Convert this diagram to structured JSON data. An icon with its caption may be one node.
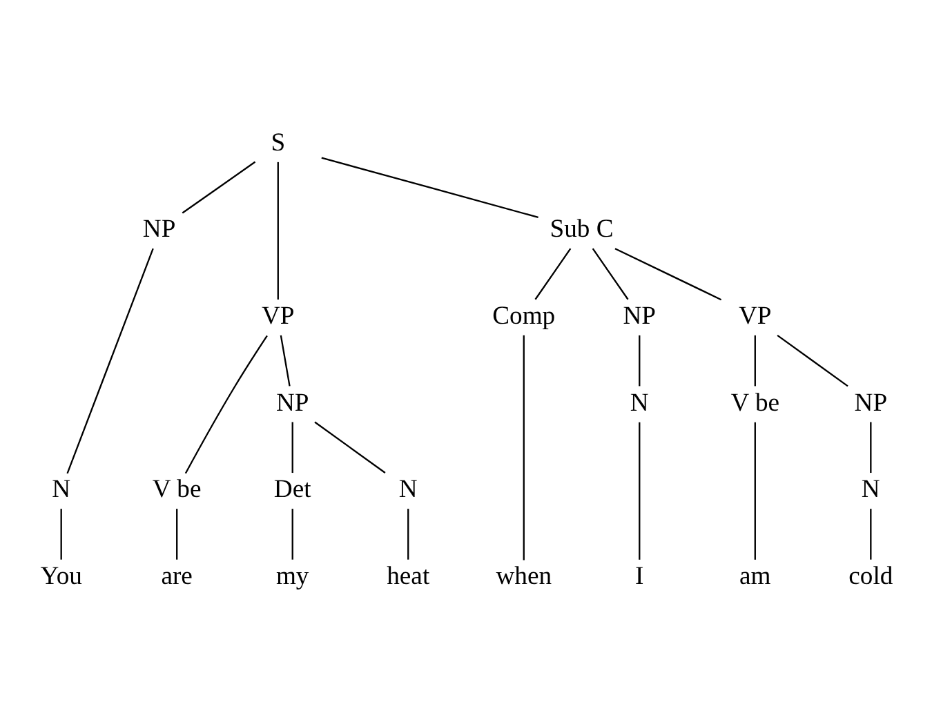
{
  "diagram": {
    "nodes": [
      {
        "text": [
          "S"
        ]
      },
      {
        "text": [
          "NP"
        ]
      },
      {
        "text": [
          "VP"
        ]
      },
      {
        "text": [
          "N"
        ]
      },
      {
        "text": [
          "V be"
        ]
      },
      {
        "text": [
          "NP"
        ]
      },
      {
        "text": [
          "Sub C"
        ]
      },
      {
        "text": [
          "Det"
        ]
      },
      {
        "text": [
          "N"
        ]
      },
      {
        "text": [
          "Comp"
        ]
      },
      {
        "text": [
          "NP"
        ]
      },
      {
        "text": [
          "VP"
        ]
      },
      {
        "text": [
          "N"
        ]
      },
      {
        "text": [
          "V be"
        ]
      },
      {
        "text": [
          "NP"
        ]
      },
      {
        "text": [
          "N"
        ]
      },
      {
        "text": [
          "You"
        ]
      },
      {
        "text": [
          "are"
        ]
      },
      {
        "text": [
          "my"
        ]
      },
      {
        "text": [
          "heat"
        ]
      },
      {
        "text": [
          "when"
        ]
      },
      {
        "text": [
          "I"
        ]
      },
      {
        "text": [
          "am"
        ]
      },
      {
        "text": [
          "cold"
        ]
      }
    ],
    "edges": [
      {
        "from": 0,
        "to": 1,
        "arrow": "none"
      },
      {
        "from": 0,
        "to": 2,
        "arrow": "none"
      },
      {
        "from": 0,
        "to": 6,
        "arrow": "none"
      },
      {
        "from": 1,
        "to": 3,
        "arrow": "none"
      },
      {
        "from": 2,
        "to": 4,
        "arrow": "none"
      },
      {
        "from": 2,
        "to": 5,
        "arrow": "none"
      },
      {
        "from": 3,
        "to": 16,
        "arrow": "none"
      },
      {
        "from": 4,
        "to": 17,
        "arrow": "none"
      },
      {
        "from": 5,
        "to": 7,
        "arrow": "none"
      },
      {
        "from": 5,
        "to": 8,
        "arrow": "none"
      },
      {
        "from": 7,
        "to": 18,
        "arrow": "none"
      },
      {
        "from": 8,
        "to": 19,
        "arrow": "none"
      },
      {
        "from": 6,
        "to": 9,
        "arrow": "none"
      },
      {
        "from": 6,
        "to": 10,
        "arrow": "none"
      },
      {
        "from": 6,
        "to": 11,
        "arrow": "none"
      },
      {
        "from": 9,
        "to": 20,
        "arrow": "none"
      },
      {
        "from": 10,
        "to": 12,
        "arrow": "none"
      },
      {
        "from": 12,
        "to": 21,
        "arrow": "none"
      },
      {
        "from": 11,
        "to": 13,
        "arrow": "none"
      },
      {
        "from": 11,
        "to": 14,
        "arrow": "none"
      },
      {
        "from": 13,
        "to": 22,
        "arrow": "none"
      },
      {
        "from": 14,
        "to": 15,
        "arrow": "none"
      },
      {
        "from": 15,
        "to": 23,
        "arrow": "none"
      }
    ]
  }
}
